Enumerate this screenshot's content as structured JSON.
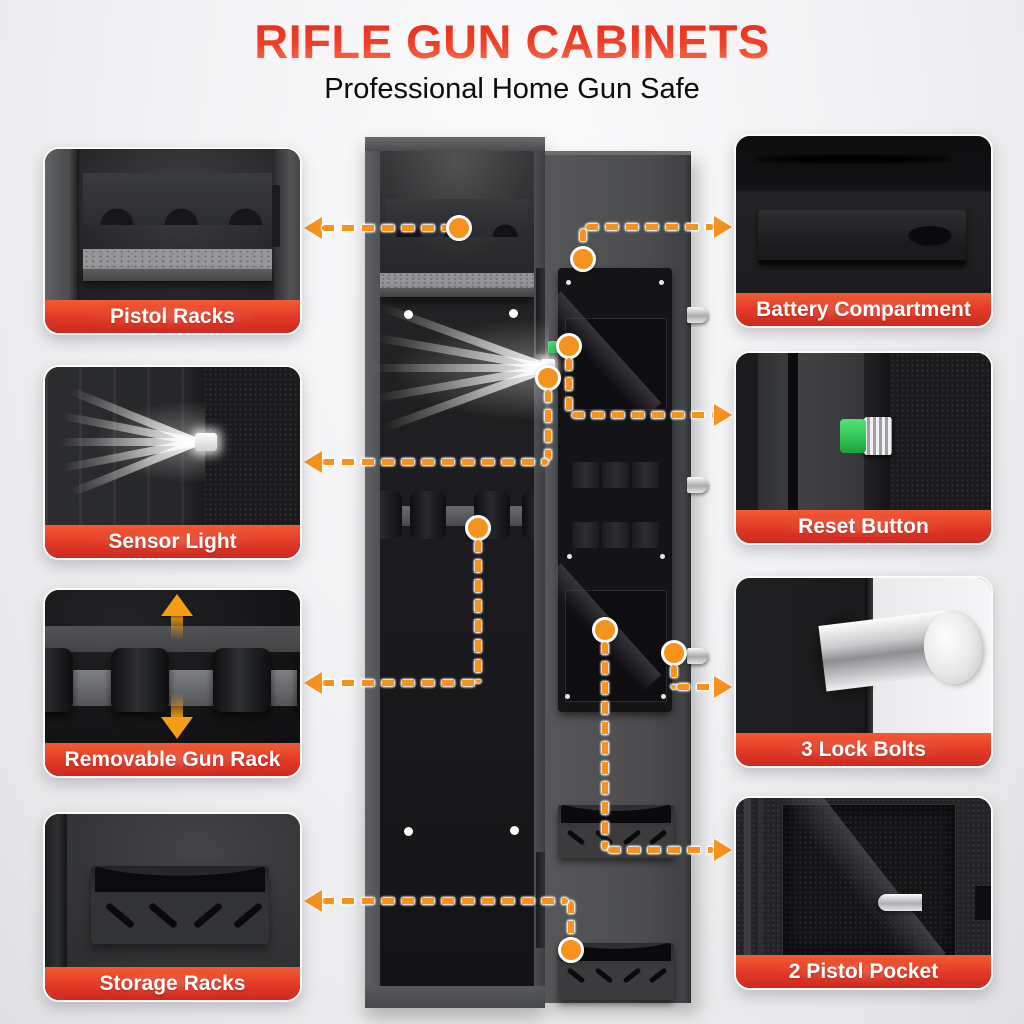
{
  "title": "RIFLE GUN CABINETS",
  "subtitle": "Professional Home Gun Safe",
  "colors": {
    "accent_orange": "#F6921E",
    "banner_gradient_top": "#F25B33",
    "banner_gradient_bottom": "#CC2A20",
    "title_red": "#EE3A24",
    "reset_button_green": "#2FC654"
  },
  "callouts": [
    {
      "id": "pistol-racks",
      "label": "Pistol Racks",
      "side": "left"
    },
    {
      "id": "sensor-light",
      "label": "Sensor Light",
      "side": "left"
    },
    {
      "id": "removable-gun-rack",
      "label": "Removable Gun Rack",
      "side": "left"
    },
    {
      "id": "storage-racks",
      "label": "Storage Racks",
      "side": "left"
    },
    {
      "id": "battery-compartment",
      "label": "Battery Compartment",
      "side": "right"
    },
    {
      "id": "reset-button",
      "label": "Reset Button",
      "side": "right"
    },
    {
      "id": "lock-bolts",
      "label": "3 Lock Bolts",
      "side": "right"
    },
    {
      "id": "pistol-pocket",
      "label": "2 Pistol Pocket",
      "side": "right"
    }
  ]
}
